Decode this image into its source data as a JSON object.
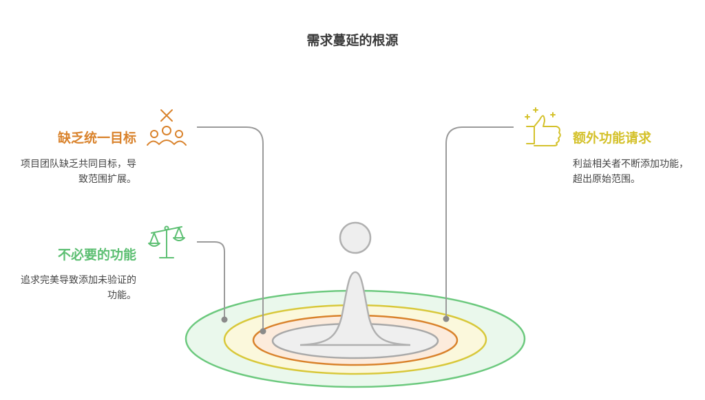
{
  "title": "需求蔓延的根源",
  "items": [
    {
      "id": "lack-of-goals",
      "heading": "缺乏统一目标",
      "description": "项目团队缺乏共同目标，导致范围扩展。",
      "color": "#d9822b",
      "icon": "team-with-x-icon"
    },
    {
      "id": "unnecessary-features",
      "heading": "不必要的功能",
      "description": "追求完美导致添加未验证的功能。",
      "color": "#5cbf72",
      "icon": "balance-scale-icon"
    },
    {
      "id": "extra-requests",
      "heading": "额外功能请求",
      "description": "利益相关者不断添加功能，超出原始范围。",
      "color": "#d4c12a",
      "icon": "thumbs-up-icon"
    }
  ],
  "colors": {
    "ring_outer_fill": "#eaf8ec",
    "ring_outer_stroke": "#6cc97e",
    "ring_yellow_fill": "#fbf8dc",
    "ring_yellow_stroke": "#d8c83a",
    "ring_orange_fill": "#fcebdc",
    "ring_orange_stroke": "#d9822b",
    "ring_inner_fill": "#efefef",
    "ring_inner_stroke": "#a8a8a8",
    "figure_fill": "#eeeeee",
    "figure_stroke": "#b0b0b0",
    "connector": "#9a9a9a"
  }
}
